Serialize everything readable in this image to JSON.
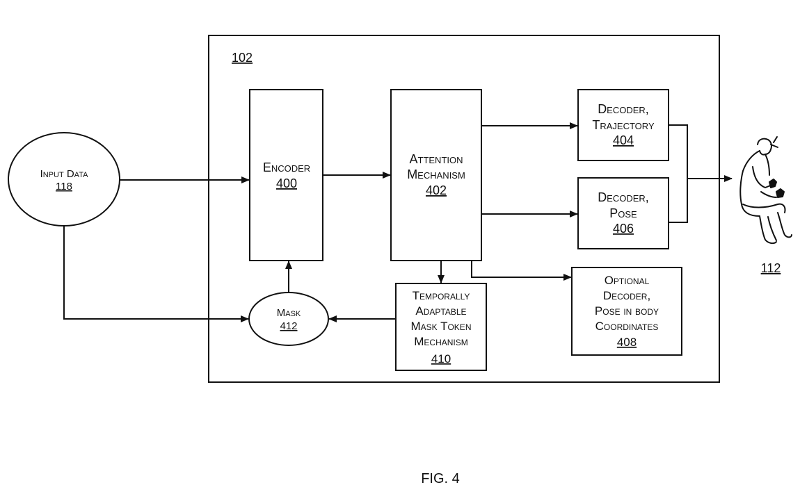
{
  "figure": {
    "caption": "FIG. 4",
    "system": {
      "ref": "102"
    },
    "nodes": {
      "input_data": {
        "lines": [
          "Input Data"
        ],
        "ref": "118"
      },
      "encoder": {
        "lines": [
          "Encoder"
        ],
        "ref": "400"
      },
      "attention": {
        "lines": [
          "Attention",
          "Mechanism"
        ],
        "ref": "402"
      },
      "decoder_trajectory": {
        "lines": [
          "Decoder,",
          "Trajectory"
        ],
        "ref": "404"
      },
      "decoder_pose": {
        "lines": [
          "Decoder,",
          "Pose"
        ],
        "ref": "406"
      },
      "optional_decoder": {
        "lines": [
          "Optional",
          "Decoder,",
          "Pose in body",
          "Coordinates"
        ],
        "ref": "408"
      },
      "temporal_mask": {
        "lines": [
          "Temporally",
          "Adaptable",
          "Mask Token",
          "Mechanism"
        ],
        "ref": "410"
      },
      "mask": {
        "lines": [
          "Mask"
        ],
        "ref": "412"
      },
      "person": {
        "ref": "112",
        "icon": "seated-person-with-controllers"
      }
    },
    "edges": [
      {
        "from": "input_data",
        "to": "encoder"
      },
      {
        "from": "input_data",
        "to": "mask"
      },
      {
        "from": "encoder",
        "to": "attention"
      },
      {
        "from": "attention",
        "to": "decoder_trajectory"
      },
      {
        "from": "attention",
        "to": "decoder_pose"
      },
      {
        "from": "attention",
        "to": "temporal_mask"
      },
      {
        "from": "attention",
        "to": "optional_decoder"
      },
      {
        "from": "temporal_mask",
        "to": "mask"
      },
      {
        "from": "mask",
        "to": "encoder"
      },
      {
        "from": "decoder_trajectory",
        "to": "person"
      },
      {
        "from": "decoder_pose",
        "to": "person"
      }
    ]
  }
}
